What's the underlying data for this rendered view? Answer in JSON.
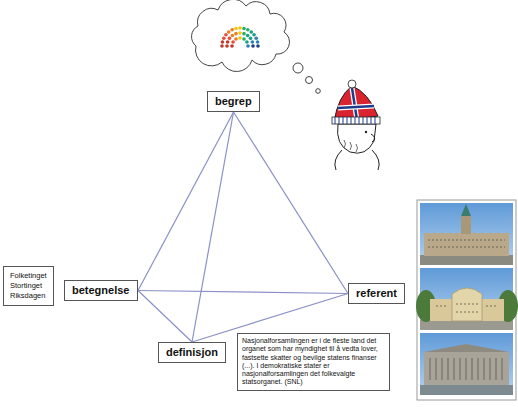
{
  "diagram": {
    "nodes": [
      {
        "text": [
          "begrep"
        ]
      },
      {
        "text": [
          "Folketinget Stortinget Riksdagen"
        ]
      },
      {
        "text": [
          "betegnelse"
        ]
      },
      {
        "text": [
          "referent"
        ]
      },
      {
        "text": [
          "definisjon"
        ]
      },
      {
        "text": [
          "Nasjonalforsamlingen er i de fleste land det organet som har myndighet til å vedta lover, fastsette skatter og bevilge statens finanser (...). I demokratiske stater er nasjonalforsamlingen det folkevalgte statsorganet. (SNL)"
        ]
      }
    ],
    "edges": [
      {
        "from": 0,
        "to": 2,
        "arrow": "none"
      },
      {
        "from": 0,
        "to": 3,
        "arrow": "none"
      },
      {
        "from": 0,
        "to": 4,
        "arrow": "none"
      },
      {
        "from": 2,
        "to": 3,
        "arrow": "none"
      },
      {
        "from": 2,
        "to": 4,
        "arrow": "none"
      },
      {
        "from": 4,
        "to": 3,
        "arrow": "none"
      }
    ]
  }
}
